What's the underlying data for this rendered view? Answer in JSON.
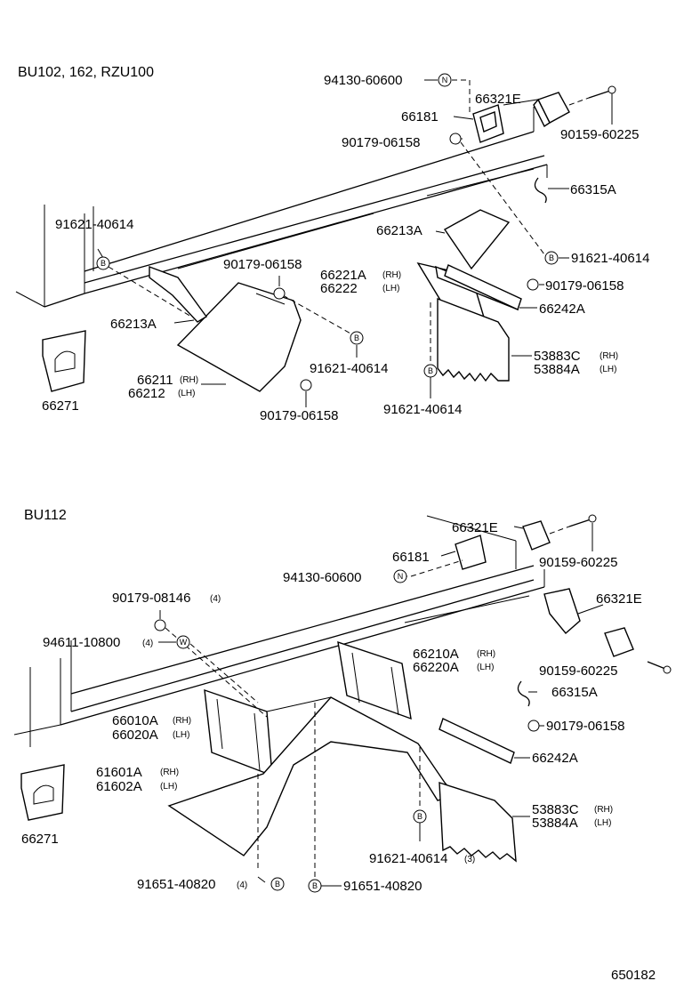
{
  "sections": {
    "top": "BU102, 162, RZU100",
    "bottom": "BU112"
  },
  "figure_number": "650182",
  "markers": {
    "N": "N",
    "B": "B",
    "W": "W"
  },
  "top_parts": {
    "p94130": "94130-60600",
    "p66321E": "66321E",
    "p66181": "66181",
    "p90159": "90159-60225",
    "p90179a": "90179-06158",
    "p66315A": "66315A",
    "p91621a": "91621-40614",
    "p66213A_r": "66213A",
    "p91621b": "91621-40614",
    "p90179b": "90179-06158",
    "p66221A": "66221A",
    "p66221A_s": "(RH)",
    "p66222": "66222",
    "p66222_s": "(LH)",
    "p90179c": "90179-06158",
    "p66213A_l": "66213A",
    "p66242A": "66242A",
    "p53883C": "53883C",
    "p53883C_s": "(RH)",
    "p53884A": "53884A",
    "p53884A_s": "(LH)",
    "p66211": "66211",
    "p66211_s": "(RH)",
    "p66212": "66212",
    "p66212_s": "(LH)",
    "p91621c": "91621-40614",
    "p91621d": "91621-40614",
    "p90179d": "90179-06158",
    "p66271": "66271"
  },
  "bottom_parts": {
    "p66321E_a": "66321E",
    "p66181": "66181",
    "p90159_a": "90159-60225",
    "p94130": "94130-60600",
    "p90179_08146": "90179-08146",
    "p90179_08146_q": "(4)",
    "p66321E_b": "66321E",
    "p94611": "94611-10800",
    "p94611_q": "(4)",
    "p66210A": "66210A",
    "p66210A_s": "(RH)",
    "p66220A": "66220A",
    "p66220A_s": "(LH)",
    "p90159_b": "90159-60225",
    "p66315A": "66315A",
    "p66010A": "66010A",
    "p66010A_s": "(RH)",
    "p66020A": "66020A",
    "p66020A_s": "(LH)",
    "p90179_06158": "90179-06158",
    "p66242A": "66242A",
    "p61601A": "61601A",
    "p61601A_s": "(RH)",
    "p61602A": "61602A",
    "p61602A_s": "(LH)",
    "p53883C": "53883C",
    "p53883C_s": "(RH)",
    "p53884A": "53884A",
    "p53884A_s": "(LH)",
    "p91621": "91621-40614",
    "p91621_q": "(3)",
    "p66271": "66271",
    "p91651a": "91651-40820",
    "p91651a_q": "(4)",
    "p91651b": "91651-40820"
  }
}
